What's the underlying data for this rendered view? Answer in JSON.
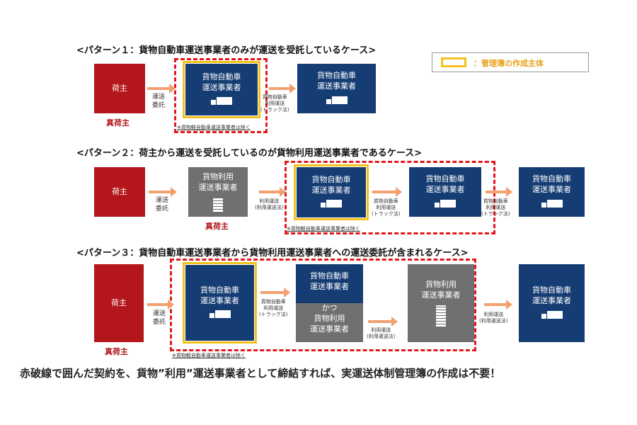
{
  "legend": {
    "label": "：管理簿の作成主体"
  },
  "pattern1": {
    "heading": "<パターン１：貨物自動車運送事業者のみが運送を受託しているケース>",
    "shipper": "荷主",
    "true_shipper": "真荷主",
    "arrow1": "運送\n委託",
    "carrier1": "貨物自動車\n運送事業者",
    "arrow2": "貨物自動車\n利用運送\n(トラック法)",
    "carrier2": "貨物自動車\n運送事業者",
    "note": "※貨物軽自動車運送事業者は除く"
  },
  "pattern2": {
    "heading": "<パターン２：荷主から運送を受託しているのが貨物利用運送事業者であるケース>",
    "shipper": "荷主",
    "arrow1": "運送\n委託",
    "forwarder": "貨物利用\n運送事業者",
    "true_shipper": "真荷主",
    "arrow2": "利用運送\n(利用運送法)",
    "carrier1": "貨物自動車\n運送事業者",
    "arrow3": "貨物自動車\n利用運送\n(トラック法)",
    "carrier2": "貨物自動車\n運送事業者",
    "arrow4": "貨物自動車\n利用運送\n(トラック法)",
    "carrier3": "貨物自動車\n運送事業者",
    "note": "※貨物軽自動車運送事業者は除く"
  },
  "pattern3": {
    "heading": "<パターン３：貨物自動車運送事業者から貨物利用運送事業者への運送委託が含まれるケース>",
    "shipper": "荷主",
    "true_shipper": "真荷主",
    "arrow1": "運送\n委託",
    "carrier1": "貨物自動車\n運送事業者",
    "arrow2": "貨物自動車\n利用運送\n(トラック法)",
    "split_top": "貨物自動車\n運送事業者",
    "split_and": "かつ",
    "split_bottom": "貨物利用\n運送事業者",
    "arrow3": "利用運送\n(利用運送法)",
    "forwarder": "貨物利用\n運送事業者",
    "arrow4": "利用運送\n(利用運送法)",
    "carrier2": "貨物自動車\n運送事業者",
    "note": "※貨物軽自動車運送事業者は除く"
  },
  "conclusion": "赤破線で囲んだ契約を、貨物”利用”運送事業者として締結すれば、実運送体制管理簿の作成は不要！"
}
